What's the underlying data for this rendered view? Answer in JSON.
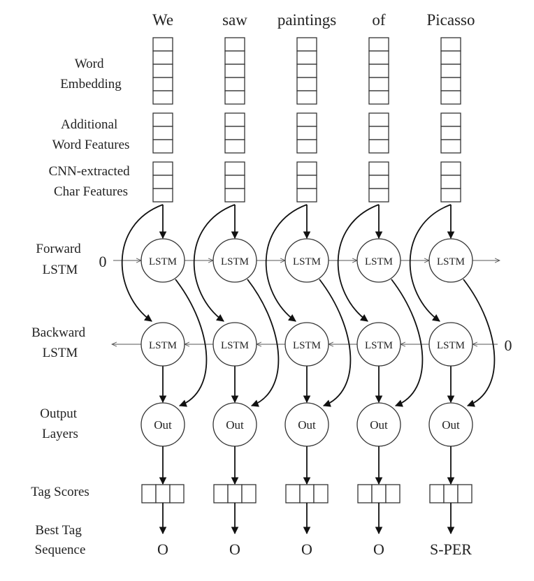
{
  "words": [
    "We",
    "saw",
    "paintings",
    "of",
    "Picasso"
  ],
  "labels": {
    "word_embedding": [
      "Word",
      "Embedding"
    ],
    "additional_features": [
      "Additional",
      "Word Features"
    ],
    "char_features": [
      "CNN-extracted",
      "Char Features"
    ],
    "forward_lstm": [
      "Forward",
      "LSTM"
    ],
    "backward_lstm": [
      "Backward",
      "LSTM"
    ],
    "output_layers": [
      "Output",
      "Layers"
    ],
    "tag_scores": [
      "Tag Scores"
    ],
    "best_tag_sequence": [
      "Best Tag",
      "Sequence"
    ]
  },
  "lstm_label": "LSTM",
  "out_label": "Out",
  "forward_init": "0",
  "backward_init": "0",
  "tags": [
    "O",
    "O",
    "O",
    "O",
    "S-PER"
  ]
}
